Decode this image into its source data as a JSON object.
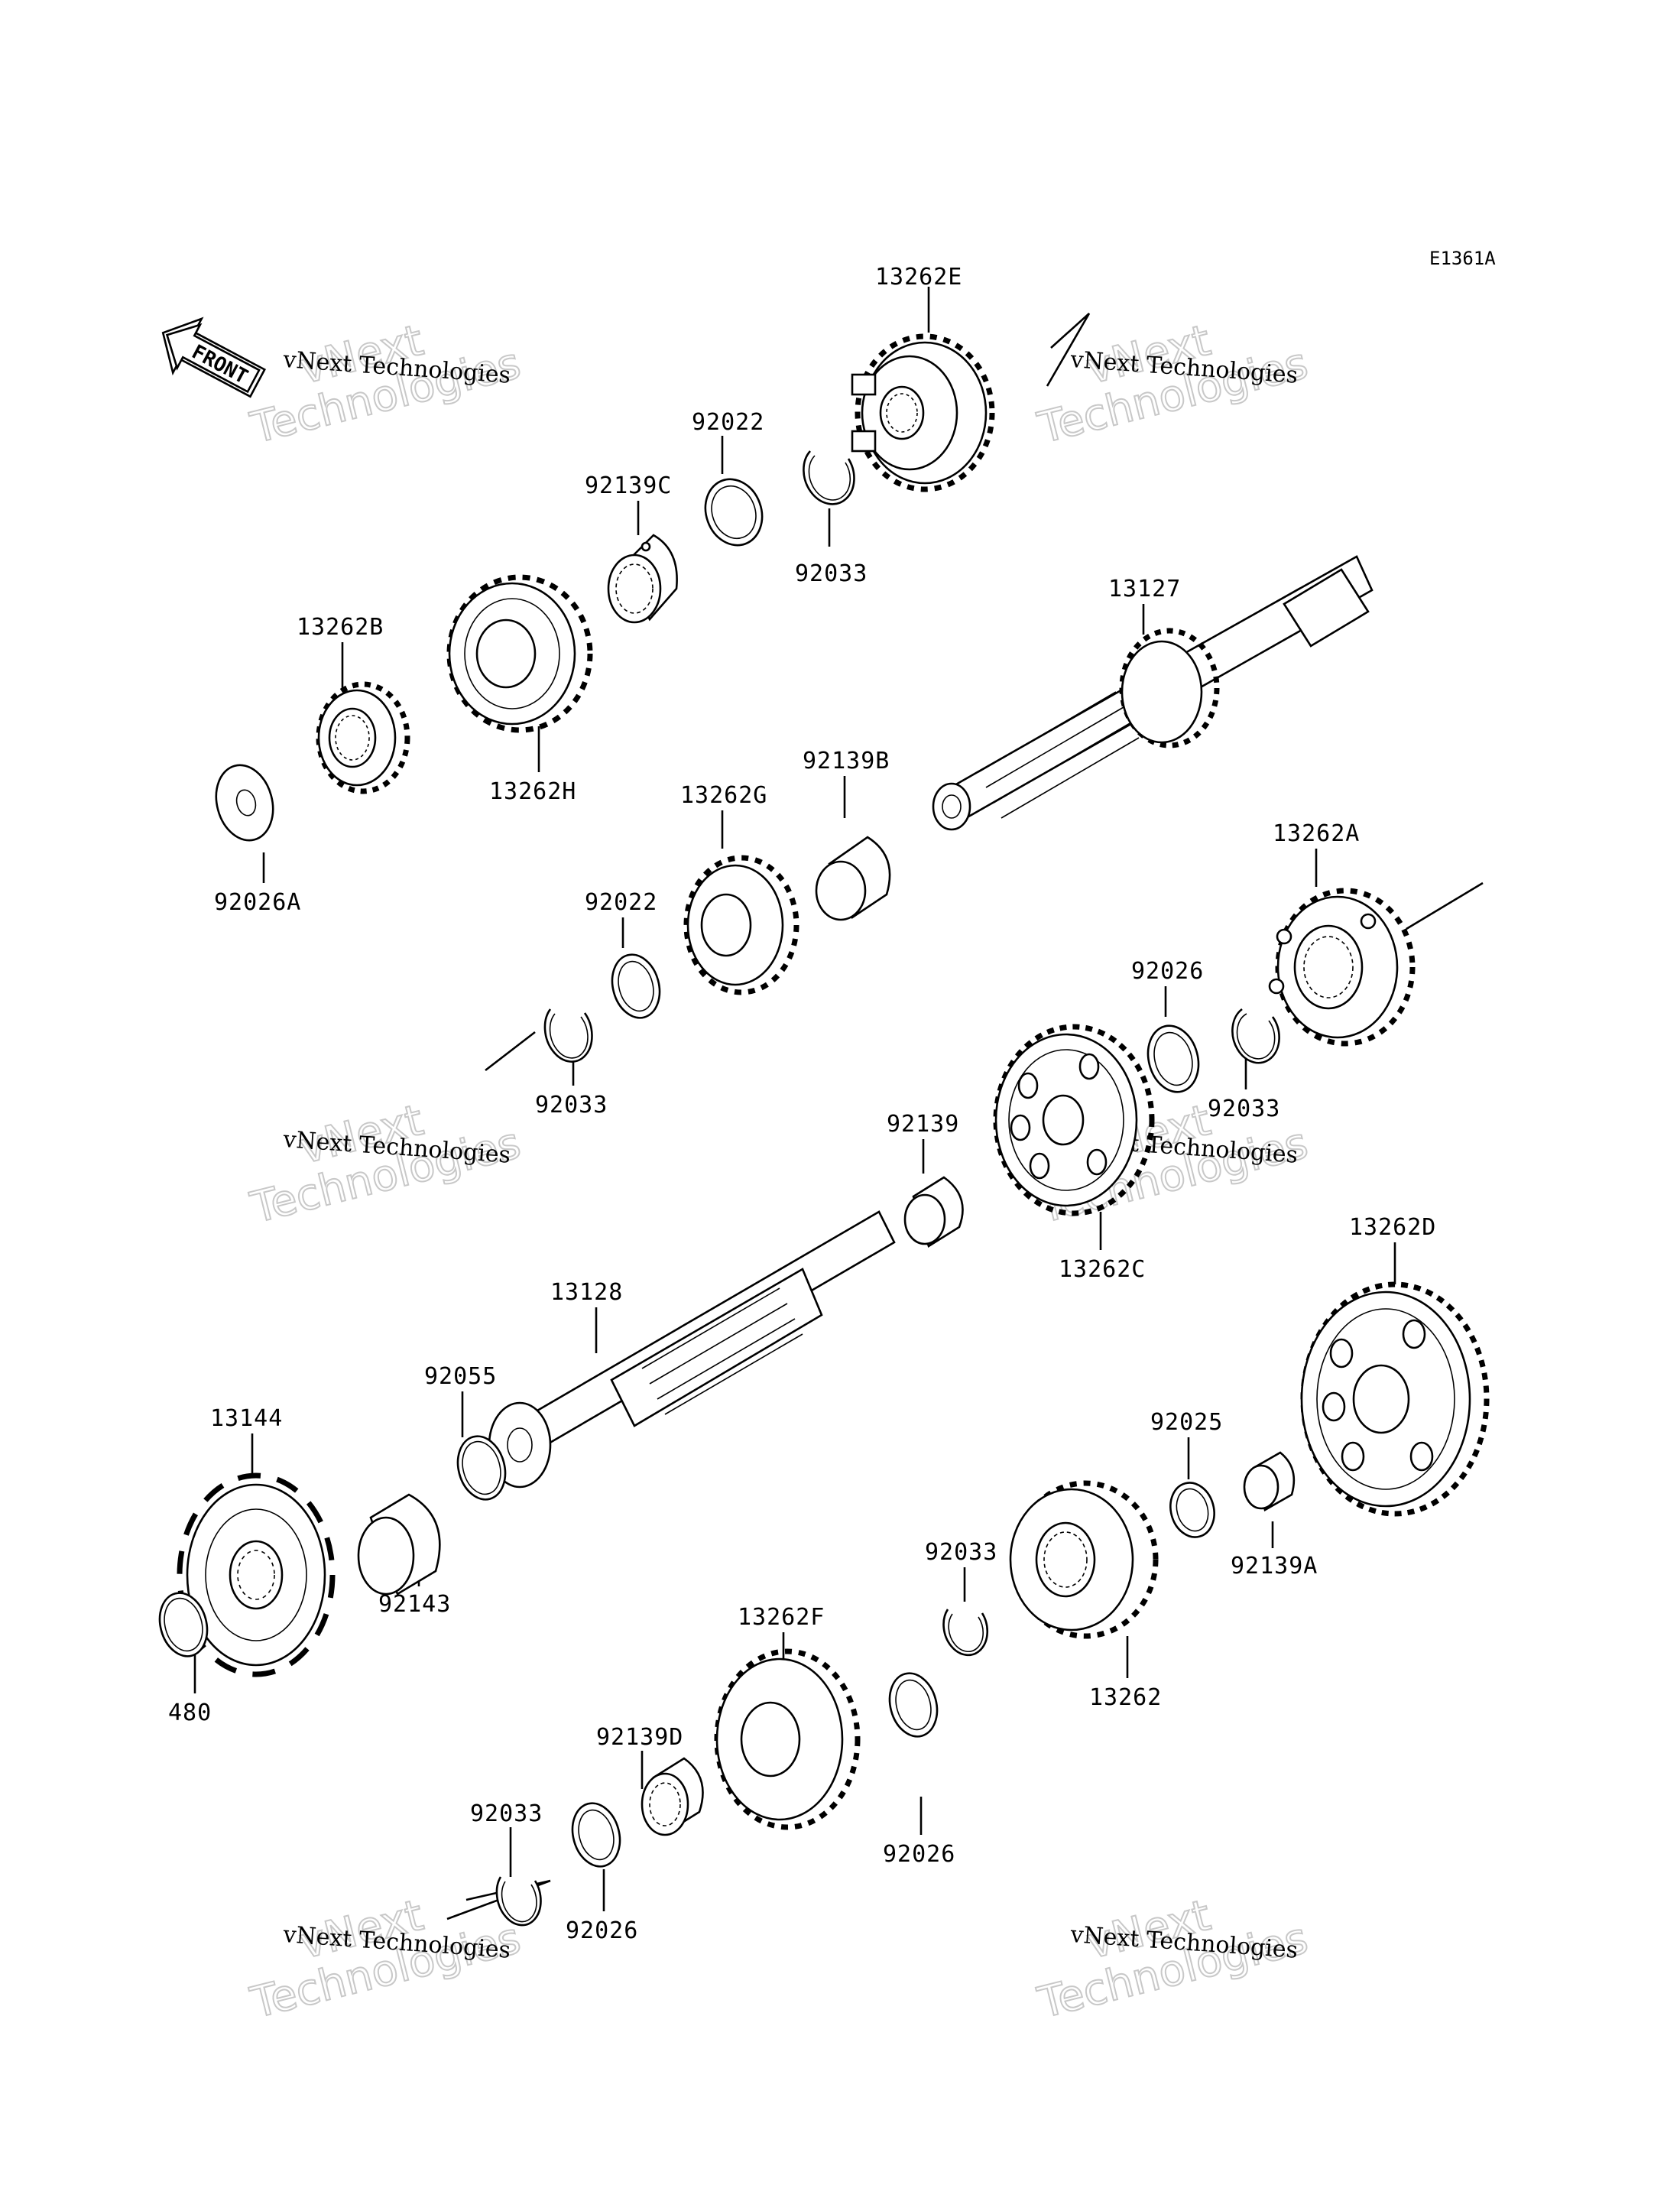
{
  "diagram": {
    "code": "E1361A",
    "front_label": "FRONT",
    "watermark": {
      "text_small": "vNext Technologies",
      "text_big_top": "vNext",
      "text_big_bottom": "Technologies"
    },
    "parts": [
      {
        "id": "p13262E",
        "number": "13262E"
      },
      {
        "id": "p92022a",
        "number": "92022"
      },
      {
        "id": "p92139C",
        "number": "92139C"
      },
      {
        "id": "p92033a",
        "number": "92033"
      },
      {
        "id": "p13127",
        "number": "13127"
      },
      {
        "id": "p13262B",
        "number": "13262B"
      },
      {
        "id": "p13262H",
        "number": "13262H"
      },
      {
        "id": "p92139B",
        "number": "92139B"
      },
      {
        "id": "p13262G",
        "number": "13262G"
      },
      {
        "id": "p13262A",
        "number": "13262A"
      },
      {
        "id": "p92026A",
        "number": "92026A"
      },
      {
        "id": "p92022b",
        "number": "92022"
      },
      {
        "id": "p92026a",
        "number": "92026"
      },
      {
        "id": "p92033b",
        "number": "92033"
      },
      {
        "id": "p92033c",
        "number": "92033"
      },
      {
        "id": "p92139",
        "number": "92139"
      },
      {
        "id": "p13262C",
        "number": "13262C"
      },
      {
        "id": "p13262D",
        "number": "13262D"
      },
      {
        "id": "p13128",
        "number": "13128"
      },
      {
        "id": "p92055",
        "number": "92055"
      },
      {
        "id": "p13144",
        "number": "13144"
      },
      {
        "id": "p92025",
        "number": "92025"
      },
      {
        "id": "p92143",
        "number": "92143"
      },
      {
        "id": "p92139A",
        "number": "92139A"
      },
      {
        "id": "p92033d",
        "number": "92033"
      },
      {
        "id": "p13262F",
        "number": "13262F"
      },
      {
        "id": "p480",
        "number": "480"
      },
      {
        "id": "p13262",
        "number": "13262"
      },
      {
        "id": "p92139D",
        "number": "92139D"
      },
      {
        "id": "p92026b",
        "number": "92026"
      },
      {
        "id": "p92033e",
        "number": "92033"
      },
      {
        "id": "p92026c",
        "number": "92026"
      }
    ]
  }
}
